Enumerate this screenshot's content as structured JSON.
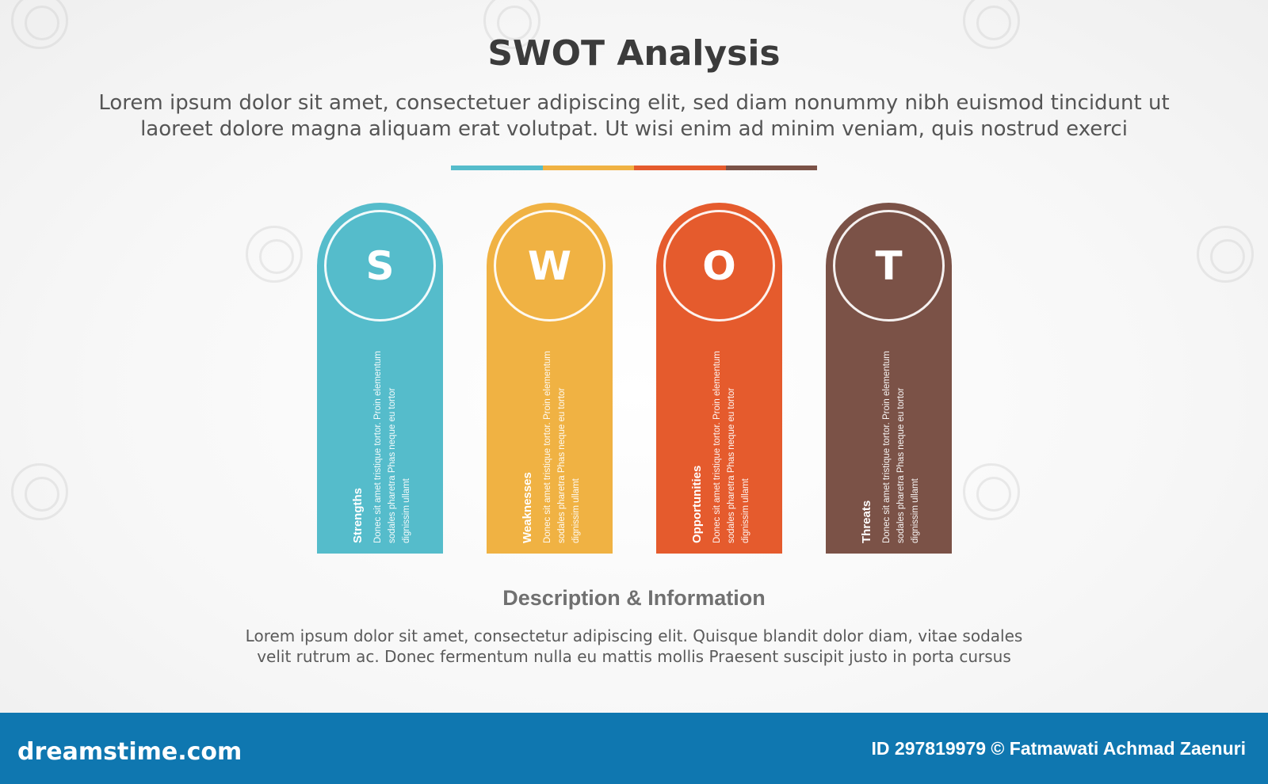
{
  "header": {
    "title": "SWOT Analysis",
    "subtitle_line1": "Lorem ipsum dolor sit amet, consectetuer adipiscing elit, sed diam nonummy nibh euismod tincidunt ut",
    "subtitle_line2": "laoreet dolore magna aliquam erat volutpat. Ut wisi enim ad minim veniam, quis nostrud exerci"
  },
  "colors": {
    "strengths": "#55bccb",
    "weaknesses": "#f0b243",
    "opportunities": "#e55b2d",
    "threats": "#7b5247",
    "title_text": "#3b3b3b",
    "footer": "#0f77b0"
  },
  "pillars": [
    {
      "letter": "S",
      "label": "Strengths",
      "body": "Donec sit amet tristique tortor. Proin elementum sodales pharetra Phas neque eu tortor dignissim ullamt"
    },
    {
      "letter": "W",
      "label": "Weaknesses",
      "body": "Donec sit amet tristique tortor. Proin elementum sodales pharetra Phas neque eu tortor dignissim ullamt"
    },
    {
      "letter": "O",
      "label": "Opportunities",
      "body": "Donec sit amet tristique tortor. Proin elementum sodales pharetra Phas neque eu tortor dignissim ullamt"
    },
    {
      "letter": "T",
      "label": "Threats",
      "body": "Donec sit amet tristique tortor. Proin elementum sodales pharetra Phas neque eu tortor dignissim ullamt"
    }
  ],
  "description": {
    "title": "Description & Information",
    "line1": "Lorem ipsum dolor sit amet, consectetur adipiscing elit. Quisque blandit dolor diam, vitae sodales",
    "line2": "velit rutrum ac. Donec fermentum nulla eu mattis mollis Praesent suscipit justo in porta cursus"
  },
  "footer": {
    "brand": "dreamstime.com",
    "credit": "ID 297819979 © Fatmawati  Achmad Zaenuri"
  }
}
